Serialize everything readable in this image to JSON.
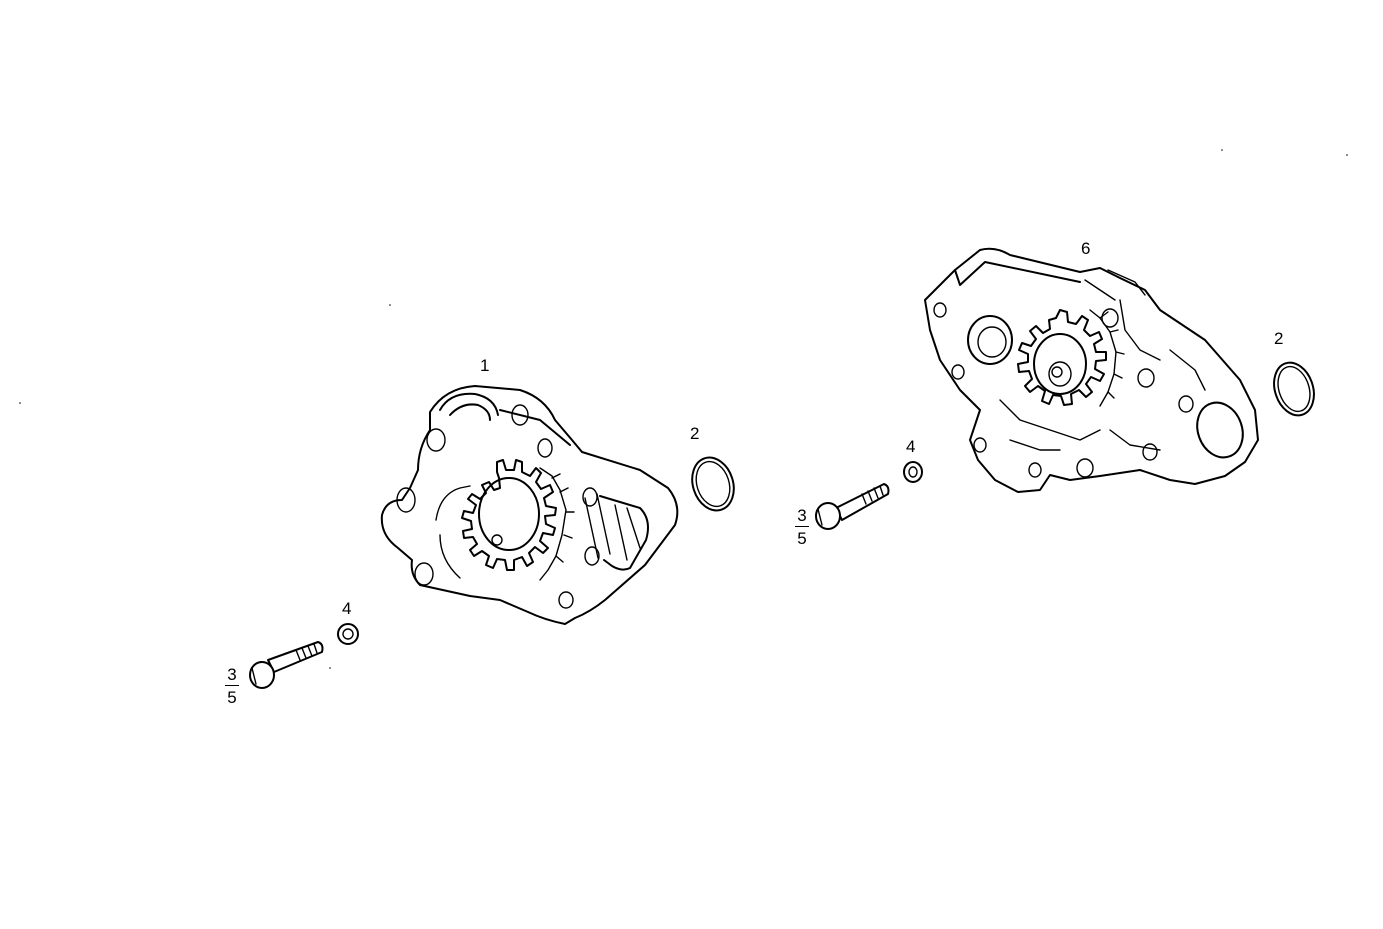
{
  "diagram": {
    "callouts": {
      "pump_left": "1",
      "seal_ring_left": "2",
      "washer_left": "4",
      "bolt_left_top": "3",
      "bolt_left_bottom": "5",
      "pump_right": "6",
      "seal_ring_right": "2",
      "washer_right": "4",
      "bolt_right_top": "3",
      "bolt_right_bottom": "5"
    }
  }
}
